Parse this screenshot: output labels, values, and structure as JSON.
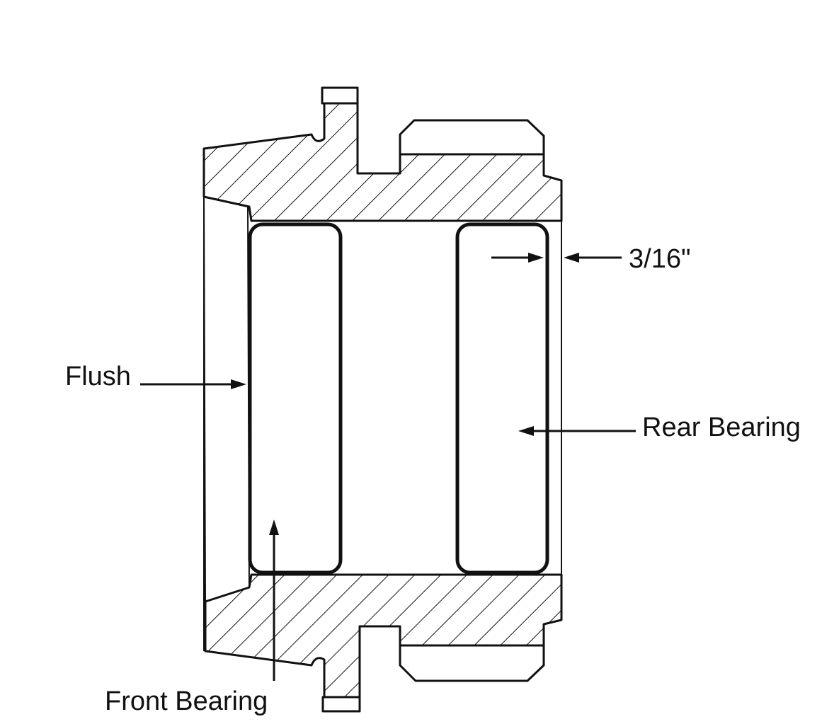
{
  "labels": {
    "dimension": "3/16\"",
    "flush": "Flush",
    "rear_bearing": "Rear Bearing",
    "front_bearing": "Front Bearing"
  },
  "colors": {
    "ink": "#111111",
    "background": "#ffffff"
  }
}
